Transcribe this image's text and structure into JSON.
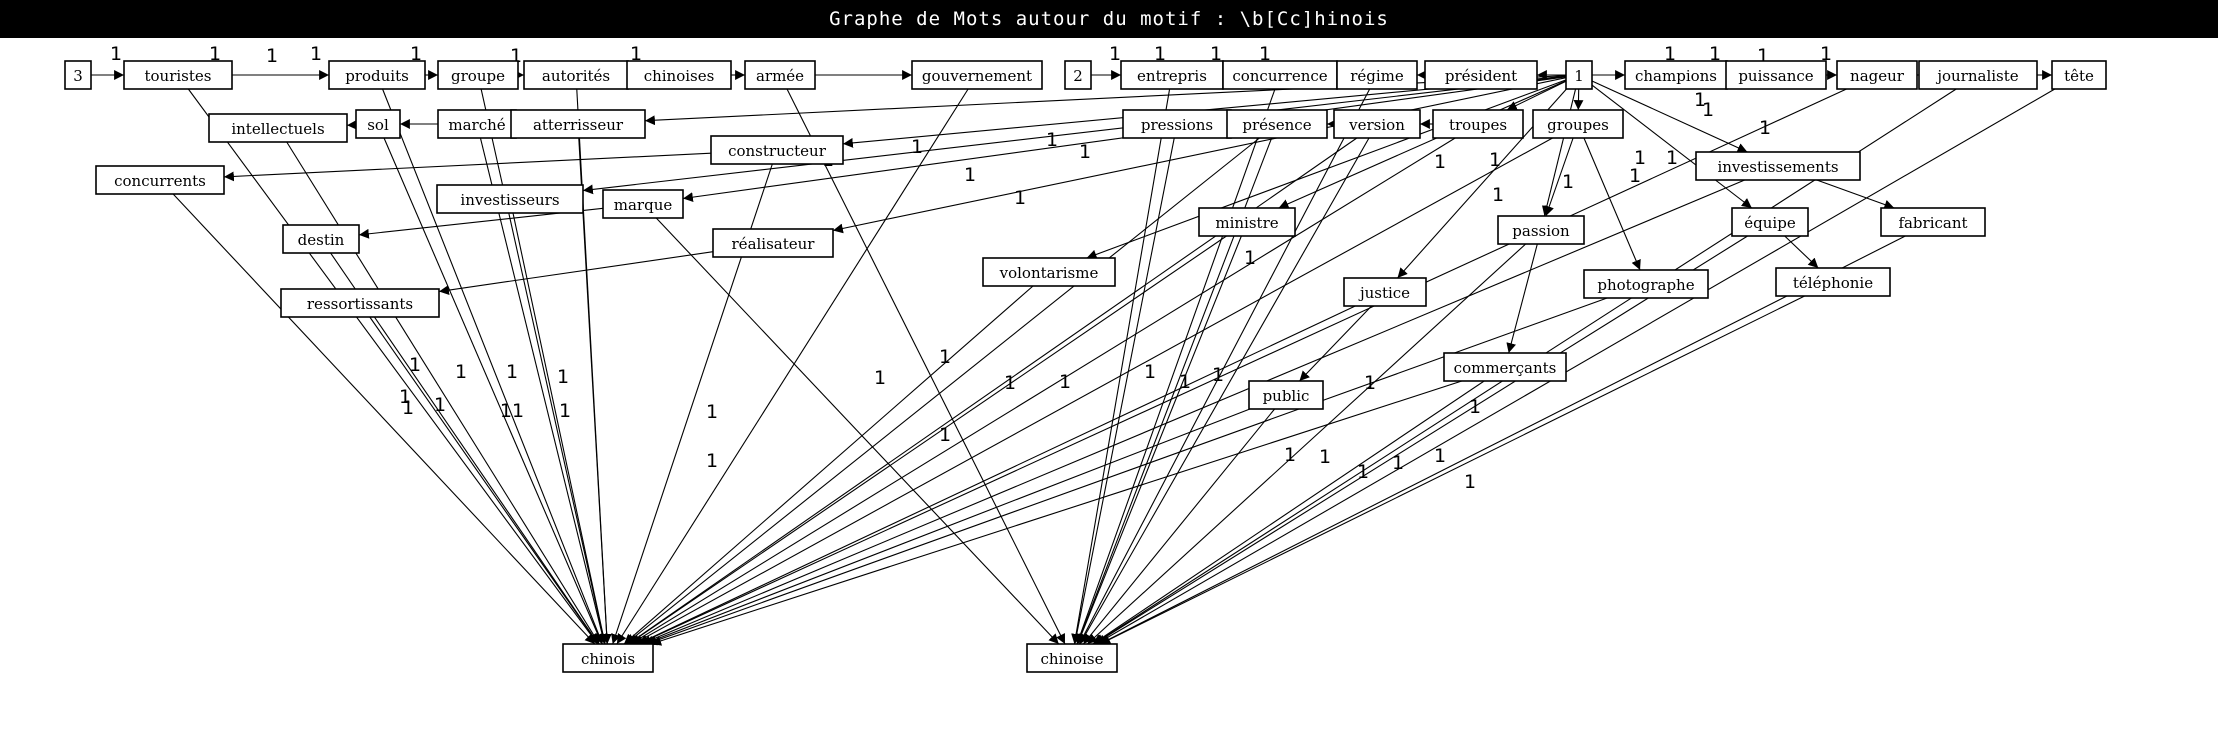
{
  "window": {
    "title": "Graphe de Mots autour du motif : \\b[Cc]hinois"
  },
  "graph": {
    "nodes": [
      {
        "id": "n3",
        "label": "3"
      },
      {
        "id": "touristes",
        "label": "touristes"
      },
      {
        "id": "produits",
        "label": "produits"
      },
      {
        "id": "groupe",
        "label": "groupe"
      },
      {
        "id": "autorites",
        "label": "autorités"
      },
      {
        "id": "chinoises",
        "label": "chinoises"
      },
      {
        "id": "armee",
        "label": "armée"
      },
      {
        "id": "gouvernement",
        "label": "gouvernement"
      },
      {
        "id": "n2",
        "label": "2"
      },
      {
        "id": "entrepris",
        "label": "entrepris"
      },
      {
        "id": "concurrence",
        "label": "concurrence"
      },
      {
        "id": "regime",
        "label": "régime"
      },
      {
        "id": "president",
        "label": "président"
      },
      {
        "id": "n1",
        "label": "1"
      },
      {
        "id": "champions",
        "label": "champions"
      },
      {
        "id": "puissance",
        "label": "puissance"
      },
      {
        "id": "nageur",
        "label": "nageur"
      },
      {
        "id": "journaliste",
        "label": "journaliste"
      },
      {
        "id": "tete",
        "label": "tête"
      },
      {
        "id": "intellectuels",
        "label": "intellectuels"
      },
      {
        "id": "sol",
        "label": "sol"
      },
      {
        "id": "marche",
        "label": "marché"
      },
      {
        "id": "atterrisseur",
        "label": "atterrisseur"
      },
      {
        "id": "constructeur",
        "label": "constructeur"
      },
      {
        "id": "pressions",
        "label": "pressions"
      },
      {
        "id": "presence",
        "label": "présence"
      },
      {
        "id": "version",
        "label": "version"
      },
      {
        "id": "troupes",
        "label": "troupes"
      },
      {
        "id": "groupes",
        "label": "groupes"
      },
      {
        "id": "investissements",
        "label": "investissements"
      },
      {
        "id": "concurrents",
        "label": "concurrents"
      },
      {
        "id": "investisseurs",
        "label": "investisseurs"
      },
      {
        "id": "marque",
        "label": "marque"
      },
      {
        "id": "ministre",
        "label": "ministre"
      },
      {
        "id": "passion",
        "label": "passion"
      },
      {
        "id": "equipe",
        "label": "équipe"
      },
      {
        "id": "fabricant",
        "label": "fabricant"
      },
      {
        "id": "destin",
        "label": "destin"
      },
      {
        "id": "realisateur",
        "label": "réalisateur"
      },
      {
        "id": "volontarisme",
        "label": "volontarisme"
      },
      {
        "id": "justice",
        "label": "justice"
      },
      {
        "id": "photographe",
        "label": "photographe"
      },
      {
        "id": "telephonie",
        "label": "téléphonie"
      },
      {
        "id": "ressortissants",
        "label": "ressortissants"
      },
      {
        "id": "commercants",
        "label": "commerçants"
      },
      {
        "id": "public",
        "label": "public"
      },
      {
        "id": "chinois",
        "label": "chinois"
      },
      {
        "id": "chinoise",
        "label": "chinoise"
      }
    ],
    "edges": [
      [
        "n3",
        "touristes",
        ""
      ],
      [
        "touristes",
        "produits",
        ""
      ],
      [
        "produits",
        "groupe",
        ""
      ],
      [
        "groupe",
        "autorites",
        ""
      ],
      [
        "autorites",
        "chinoises",
        ""
      ],
      [
        "chinoises",
        "armee",
        ""
      ],
      [
        "armee",
        "gouvernement",
        ""
      ],
      [
        "n2",
        "entrepris",
        ""
      ],
      [
        "n1",
        "champions",
        ""
      ],
      [
        "champions",
        "puissance",
        ""
      ],
      [
        "puissance",
        "nageur",
        ""
      ],
      [
        "nageur",
        "journaliste",
        ""
      ],
      [
        "journaliste",
        "tete",
        ""
      ],
      [
        "n1",
        "president",
        ""
      ],
      [
        "president",
        "regime",
        ""
      ],
      [
        "regime",
        "concurrence",
        ""
      ],
      [
        "concurrence",
        "entrepris",
        ""
      ],
      [
        "n1",
        "troupes",
        ""
      ],
      [
        "troupes",
        "version",
        ""
      ],
      [
        "version",
        "presence",
        ""
      ],
      [
        "presence",
        "pressions",
        ""
      ],
      [
        "n1",
        "groupes",
        ""
      ],
      [
        "n1",
        "investissements",
        ""
      ],
      [
        "n1",
        "equipe",
        ""
      ],
      [
        "n1",
        "atterrisseur",
        ""
      ],
      [
        "atterrisseur",
        "marche",
        ""
      ],
      [
        "marche",
        "sol",
        ""
      ],
      [
        "sol",
        "intellectuels",
        ""
      ],
      [
        "n1",
        "constructeur",
        ""
      ],
      [
        "constructeur",
        "concurrents",
        ""
      ],
      [
        "n1",
        "investisseurs",
        ""
      ],
      [
        "n1",
        "marque",
        ""
      ],
      [
        "marque",
        "destin",
        ""
      ],
      [
        "n1",
        "realisateur",
        ""
      ],
      [
        "realisateur",
        "ressortissants",
        ""
      ],
      [
        "n1",
        "ministre",
        ""
      ],
      [
        "n1",
        "volontarisme",
        ""
      ],
      [
        "n1",
        "passion",
        ""
      ],
      [
        "n1",
        "justice",
        ""
      ],
      [
        "groupes",
        "passion",
        ""
      ],
      [
        "groupes",
        "photographe",
        ""
      ],
      [
        "passion",
        "commercants",
        ""
      ],
      [
        "investissements",
        "fabricant",
        ""
      ],
      [
        "equipe",
        "telephonie",
        ""
      ],
      [
        "justice",
        "public",
        ""
      ],
      [
        "touristes",
        "chinois",
        ""
      ],
      [
        "produits",
        "chinois",
        ""
      ],
      [
        "groupe",
        "chinois",
        ""
      ],
      [
        "autorites",
        "chinois",
        ""
      ],
      [
        "intellectuels",
        "chinois",
        ""
      ],
      [
        "sol",
        "chinois",
        ""
      ],
      [
        "marche",
        "chinois",
        ""
      ],
      [
        "atterrisseur",
        "chinois",
        ""
      ],
      [
        "concurrents",
        "chinois",
        ""
      ],
      [
        "investisseurs",
        "chinois",
        ""
      ],
      [
        "destin",
        "chinois",
        ""
      ],
      [
        "ressortissants",
        "chinois",
        ""
      ],
      [
        "constructeur",
        "chinois",
        ""
      ],
      [
        "gouvernement",
        "chinois",
        ""
      ],
      [
        "ministre",
        "chinois",
        ""
      ],
      [
        "volontarisme",
        "chinois",
        ""
      ],
      [
        "justice",
        "chinois",
        ""
      ],
      [
        "public",
        "chinois",
        ""
      ],
      [
        "commercants",
        "chinois",
        ""
      ],
      [
        "photographe",
        "chinois",
        ""
      ],
      [
        "investissements",
        "chinois",
        ""
      ],
      [
        "groupes",
        "chinois",
        ""
      ],
      [
        "troupes",
        "chinois",
        ""
      ],
      [
        "version",
        "chinois",
        ""
      ],
      [
        "presence",
        "chinois",
        ""
      ],
      [
        "nageur",
        "chinois",
        ""
      ],
      [
        "armee",
        "chinoise",
        ""
      ],
      [
        "marque",
        "chinoise",
        ""
      ],
      [
        "pressions",
        "chinoise",
        ""
      ],
      [
        "presence",
        "chinoise",
        ""
      ],
      [
        "version",
        "chinoise",
        ""
      ],
      [
        "ministre",
        "chinoise",
        ""
      ],
      [
        "public",
        "chinoise",
        ""
      ],
      [
        "commercants",
        "chinoise",
        ""
      ],
      [
        "passion",
        "chinoise",
        ""
      ],
      [
        "telephonie",
        "chinoise",
        ""
      ],
      [
        "fabricant",
        "chinoise",
        ""
      ],
      [
        "equipe",
        "chinoise",
        ""
      ],
      [
        "regime",
        "chinoise",
        ""
      ],
      [
        "entrepris",
        "chinoise",
        ""
      ],
      [
        "concurrence",
        "chinoise",
        ""
      ],
      [
        "journaliste",
        "chinoise",
        ""
      ],
      [
        "tete",
        "chinoise",
        ""
      ]
    ],
    "weight_labels": [
      "1",
      "1",
      "1",
      "1",
      "1",
      "1",
      "1",
      "1",
      "1",
      "1",
      "1",
      "1",
      "1",
      "1",
      "1",
      "1",
      "1",
      "1",
      "1",
      "1",
      "1",
      "1",
      "1",
      "1",
      "1",
      "1",
      "1",
      "1",
      "1",
      "1",
      "1",
      "1",
      "1",
      "1",
      "1",
      "1",
      "1",
      "1",
      "1",
      "1",
      "1",
      "1",
      "1",
      "1",
      "1",
      "1",
      "1",
      "1",
      "1",
      "1",
      "1",
      "1",
      "1",
      "1",
      "1",
      "1",
      "11",
      "1",
      "1",
      "1"
    ]
  }
}
